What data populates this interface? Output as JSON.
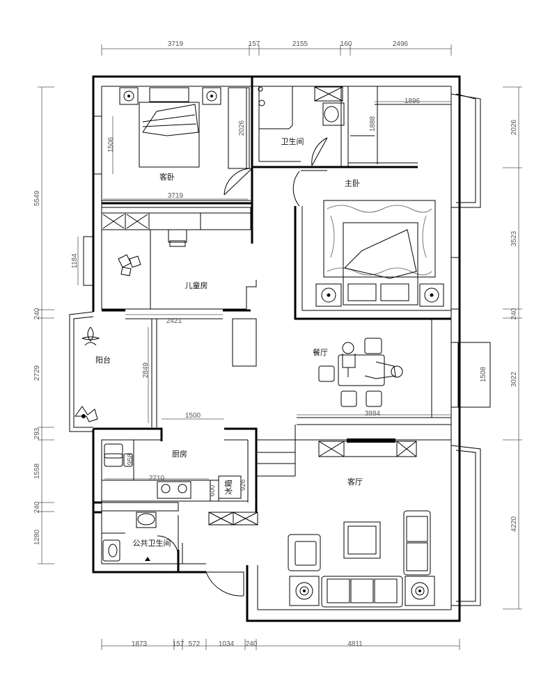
{
  "rooms": {
    "guest_bedroom": "客卧",
    "bathroom": "卫生间",
    "master_bedroom": "主卧",
    "kids_room": "儿童房",
    "balcony": "阳台",
    "dining": "餐厅",
    "kitchen": "厨房",
    "living": "客厅",
    "public_bathroom": "公共卫生间",
    "fridge": "冰箱"
  },
  "dims_top": [
    "3719",
    "157",
    "2155",
    "160",
    "2496"
  ],
  "dims_bottom": [
    "1873",
    "157",
    "572",
    "1034",
    "240",
    "4811"
  ],
  "dims_left": [
    "5549",
    "1506",
    "1184",
    "240",
    "2729",
    "293",
    "1558",
    "240",
    "1280"
  ],
  "dims_right": [
    "2026",
    "3523",
    "240",
    "3022",
    "4220"
  ],
  "dims_inner": [
    "1896",
    "1888",
    "2026",
    "3719",
    "2421",
    "2849",
    "1508",
    "3884",
    "1500",
    "958",
    "2710",
    "600",
    "926"
  ]
}
